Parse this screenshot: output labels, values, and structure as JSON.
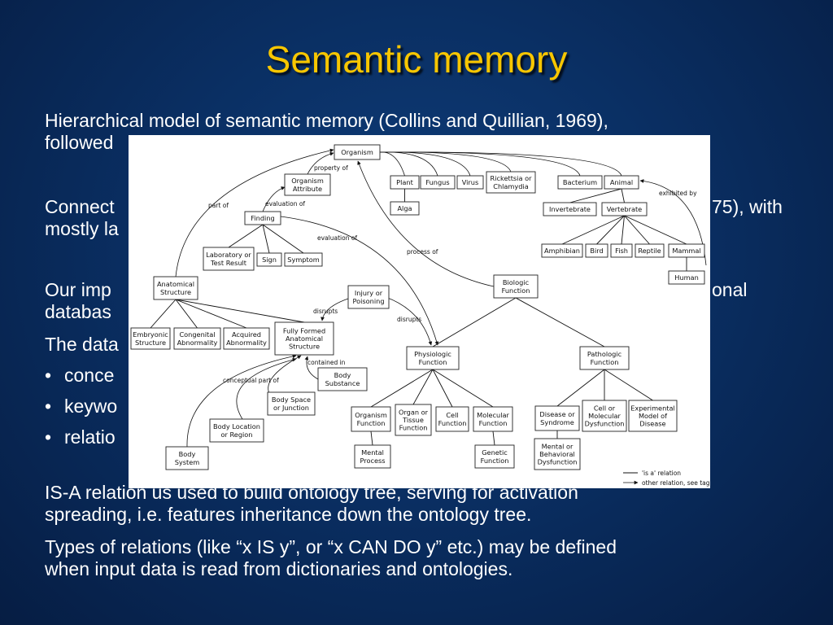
{
  "slide": {
    "title": "Semantic memory",
    "para1": [
      "Hierarchical model of semantic memory (Collins and Quillian, 1969),",
      "followed"
    ],
    "para2": [
      "Connect",
      "75), with",
      "mostly la"
    ],
    "para3": [
      "Our imp",
      "onal",
      "databas",
      "The data"
    ],
    "bullets": [
      "conce",
      "keywo",
      "relatio"
    ],
    "para4": [
      "IS-A relation us used to build ontology tree, serving for activation",
      "spreading, i.e. features inheritance down the ontology tree."
    ],
    "para5": [
      "Types of relations (like “x IS y”, or “x CAN DO y” etc.) may be defined",
      "when input data is read from dictionaries and ontologies."
    ]
  },
  "diagram": {
    "nodes": [
      {
        "id": "organism",
        "lines": [
          "Organism"
        ]
      },
      {
        "id": "organism_attr",
        "lines": [
          "Organism",
          "Attribute"
        ]
      },
      {
        "id": "plant",
        "lines": [
          "Plant"
        ]
      },
      {
        "id": "fungus",
        "lines": [
          "Fungus"
        ]
      },
      {
        "id": "virus",
        "lines": [
          "Virus"
        ]
      },
      {
        "id": "rickettsia",
        "lines": [
          "Rickettsia or",
          "Chlamydia"
        ]
      },
      {
        "id": "bacterium",
        "lines": [
          "Bacterium"
        ]
      },
      {
        "id": "animal",
        "lines": [
          "Animal"
        ]
      },
      {
        "id": "alga",
        "lines": [
          "Alga"
        ]
      },
      {
        "id": "invertebrate",
        "lines": [
          "Invertebrate"
        ]
      },
      {
        "id": "vertebrate",
        "lines": [
          "Vertebrate"
        ]
      },
      {
        "id": "finding",
        "lines": [
          "Finding"
        ]
      },
      {
        "id": "lab",
        "lines": [
          "Laboratory or",
          "Test Result"
        ]
      },
      {
        "id": "sign",
        "lines": [
          "Sign"
        ]
      },
      {
        "id": "symptom",
        "lines": [
          "Symptom"
        ]
      },
      {
        "id": "amphibian",
        "lines": [
          "Amphibian"
        ]
      },
      {
        "id": "bird",
        "lines": [
          "Bird"
        ]
      },
      {
        "id": "fish",
        "lines": [
          "Fish"
        ]
      },
      {
        "id": "reptile",
        "lines": [
          "Reptile"
        ]
      },
      {
        "id": "mammal",
        "lines": [
          "Mammal"
        ]
      },
      {
        "id": "human",
        "lines": [
          "Human"
        ]
      },
      {
        "id": "anatomical",
        "lines": [
          "Anatomical",
          "Structure"
        ]
      },
      {
        "id": "injury",
        "lines": [
          "Injury or",
          "Poisoning"
        ]
      },
      {
        "id": "biologic",
        "lines": [
          "Biologic",
          "Function"
        ]
      },
      {
        "id": "embryonic",
        "lines": [
          "Embryonic",
          "Structure"
        ]
      },
      {
        "id": "congenital",
        "lines": [
          "Congenital",
          "Abnormality"
        ]
      },
      {
        "id": "acquired",
        "lines": [
          "Acquired",
          "Abnormality"
        ]
      },
      {
        "id": "fully",
        "lines": [
          "Fully Formed",
          "Anatomical",
          "Structure"
        ]
      },
      {
        "id": "physiologic",
        "lines": [
          "Physiologic",
          "Function"
        ]
      },
      {
        "id": "pathologic",
        "lines": [
          "Pathologic",
          "Function"
        ]
      },
      {
        "id": "body_substance",
        "lines": [
          "Body",
          "Substance"
        ]
      },
      {
        "id": "body_space",
        "lines": [
          "Body Space",
          "or Junction"
        ]
      },
      {
        "id": "organism_function",
        "lines": [
          "Organism",
          "Function"
        ]
      },
      {
        "id": "organ_function",
        "lines": [
          "Organ or",
          "Tissue",
          "Function"
        ]
      },
      {
        "id": "cell_function",
        "lines": [
          "Cell",
          "Function"
        ]
      },
      {
        "id": "molecular_function",
        "lines": [
          "Molecular",
          "Function"
        ]
      },
      {
        "id": "disease",
        "lines": [
          "Disease or",
          "Syndrome"
        ]
      },
      {
        "id": "cell_dysfunction",
        "lines": [
          "Cell or",
          "Molecular",
          "Dysfunction"
        ]
      },
      {
        "id": "experimental",
        "lines": [
          "Experimental",
          "Model of",
          "Disease"
        ]
      },
      {
        "id": "body_location",
        "lines": [
          "Body Location",
          "or Region"
        ]
      },
      {
        "id": "body_system",
        "lines": [
          "Body",
          "System"
        ]
      },
      {
        "id": "mental_process",
        "lines": [
          "Mental",
          "Process"
        ]
      },
      {
        "id": "genetic_function",
        "lines": [
          "Genetic",
          "Function"
        ]
      },
      {
        "id": "mental_dysfunction",
        "lines": [
          "Mental or",
          "Behavioral",
          "Dysfunction"
        ]
      }
    ],
    "edge_labels": {
      "property_of": "property of",
      "part_of": "part of",
      "evaluation_of_1": "evaluation of",
      "evaluation_of_2": "evaluation of",
      "process_of": "process of",
      "exhibited_by": "exhibited by",
      "disrupts_1": "disrupts",
      "disrupts_2": "disrupts",
      "contained_in": "contained in",
      "conceptual_part_of": "conceptual part of"
    },
    "legend": {
      "isa": "'is a' relation",
      "other": "other relation, see tag"
    }
  }
}
